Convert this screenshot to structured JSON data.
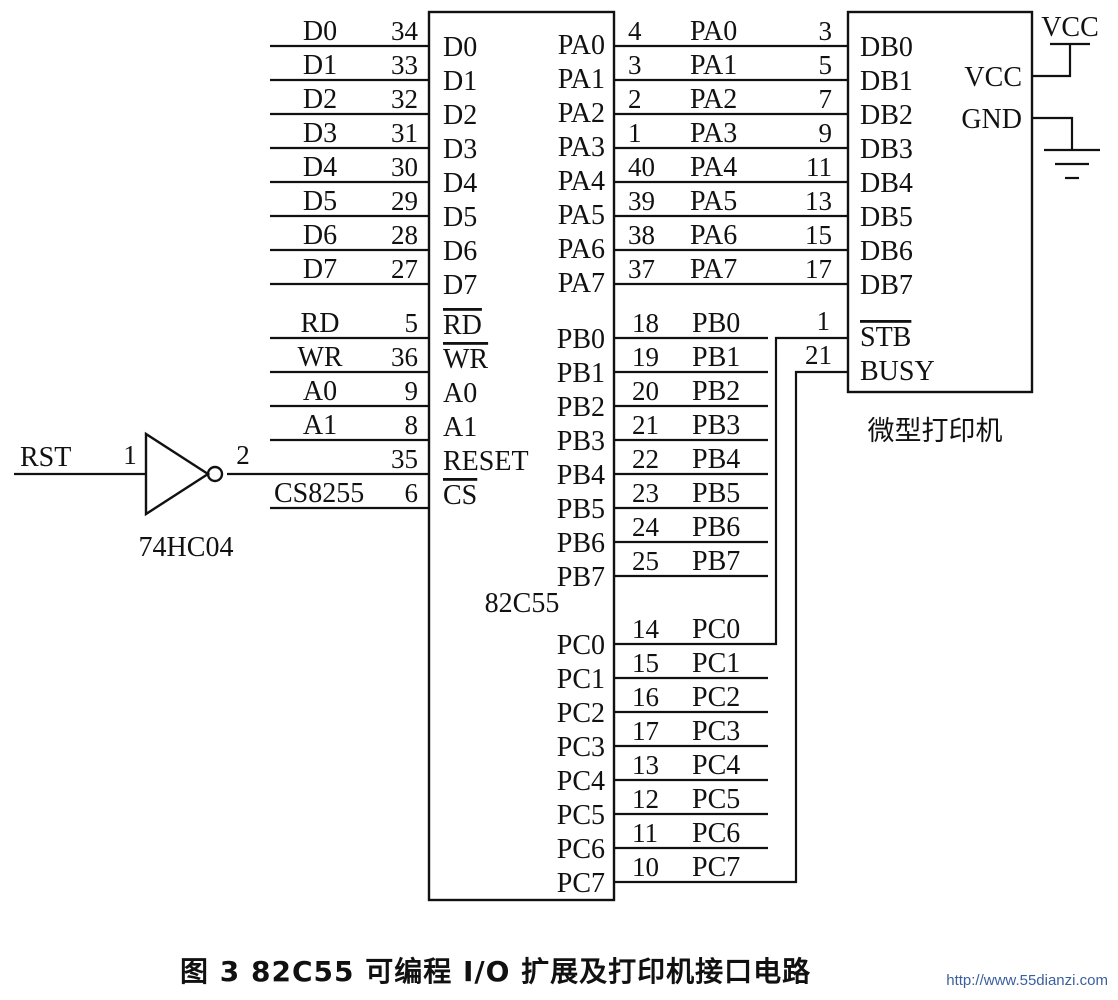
{
  "chip": {
    "name": "82C55",
    "left_pins": [
      {
        "signal": "D0",
        "pin": "34",
        "label": "D0"
      },
      {
        "signal": "D1",
        "pin": "33",
        "label": "D1"
      },
      {
        "signal": "D2",
        "pin": "32",
        "label": "D2"
      },
      {
        "signal": "D3",
        "pin": "31",
        "label": "D3"
      },
      {
        "signal": "D4",
        "pin": "30",
        "label": "D4"
      },
      {
        "signal": "D5",
        "pin": "29",
        "label": "D5"
      },
      {
        "signal": "D6",
        "pin": "28",
        "label": "D6"
      },
      {
        "signal": "D7",
        "pin": "27",
        "label": "D7"
      },
      {
        "signal": "RD",
        "pin": "5",
        "label": "RD",
        "overline": true
      },
      {
        "signal": "WR",
        "pin": "36",
        "label": "WR",
        "overline": true
      },
      {
        "signal": "A0",
        "pin": "9",
        "label": "A0"
      },
      {
        "signal": "A1",
        "pin": "8",
        "label": "A1"
      },
      {
        "signal": "",
        "pin": "35",
        "label": "RESET"
      },
      {
        "signal": "CS8255",
        "pin": "6",
        "label": "CS",
        "overline": true
      }
    ],
    "port_a": [
      {
        "label": "PA0",
        "pin": "4",
        "net": "PA0"
      },
      {
        "label": "PA1",
        "pin": "3",
        "net": "PA1"
      },
      {
        "label": "PA2",
        "pin": "2",
        "net": "PA2"
      },
      {
        "label": "PA3",
        "pin": "1",
        "net": "PA3"
      },
      {
        "label": "PA4",
        "pin": "40",
        "net": "PA4"
      },
      {
        "label": "PA5",
        "pin": "39",
        "net": "PA5"
      },
      {
        "label": "PA6",
        "pin": "38",
        "net": "PA6"
      },
      {
        "label": "PA7",
        "pin": "37",
        "net": "PA7"
      }
    ],
    "port_b": [
      {
        "label": "PB0",
        "pin": "18",
        "net": "PB0"
      },
      {
        "label": "PB1",
        "pin": "19",
        "net": "PB1"
      },
      {
        "label": "PB2",
        "pin": "20",
        "net": "PB2"
      },
      {
        "label": "PB3",
        "pin": "21",
        "net": "PB3"
      },
      {
        "label": "PB4",
        "pin": "22",
        "net": "PB4"
      },
      {
        "label": "PB5",
        "pin": "23",
        "net": "PB5"
      },
      {
        "label": "PB6",
        "pin": "24",
        "net": "PB6"
      },
      {
        "label": "PB7",
        "pin": "25",
        "net": "PB7"
      }
    ],
    "port_c": [
      {
        "label": "PC0",
        "pin": "14",
        "net": "PC0"
      },
      {
        "label": "PC1",
        "pin": "15",
        "net": "PC1"
      },
      {
        "label": "PC2",
        "pin": "16",
        "net": "PC2"
      },
      {
        "label": "PC3",
        "pin": "17",
        "net": "PC3"
      },
      {
        "label": "PC4",
        "pin": "13",
        "net": "PC4"
      },
      {
        "label": "PC5",
        "pin": "12",
        "net": "PC5"
      },
      {
        "label": "PC6",
        "pin": "11",
        "net": "PC6"
      },
      {
        "label": "PC7",
        "pin": "10",
        "net": "PC7"
      }
    ]
  },
  "printer": {
    "name": "微型打印机",
    "data_pins": [
      {
        "label": "DB0",
        "pin": "3"
      },
      {
        "label": "DB1",
        "pin": "5"
      },
      {
        "label": "DB2",
        "pin": "7"
      },
      {
        "label": "DB3",
        "pin": "9"
      },
      {
        "label": "DB4",
        "pin": "11"
      },
      {
        "label": "DB5",
        "pin": "13"
      },
      {
        "label": "DB6",
        "pin": "15"
      },
      {
        "label": "DB7",
        "pin": "17"
      }
    ],
    "control_pins": [
      {
        "label": "STB",
        "pin": "1",
        "overline": true
      },
      {
        "label": "BUSY",
        "pin": "21"
      }
    ],
    "power_pins": [
      {
        "label": "VCC"
      },
      {
        "label": "GND"
      }
    ],
    "vcc_rail": "VCC"
  },
  "inverter": {
    "part": "74HC04",
    "input_signal": "RST",
    "input_pin": "1",
    "output_pin": "2"
  },
  "caption": "图 3   82C55 可编程 I/O 扩展及打印机接口电路",
  "watermark": "http://www.55dianzi.com"
}
